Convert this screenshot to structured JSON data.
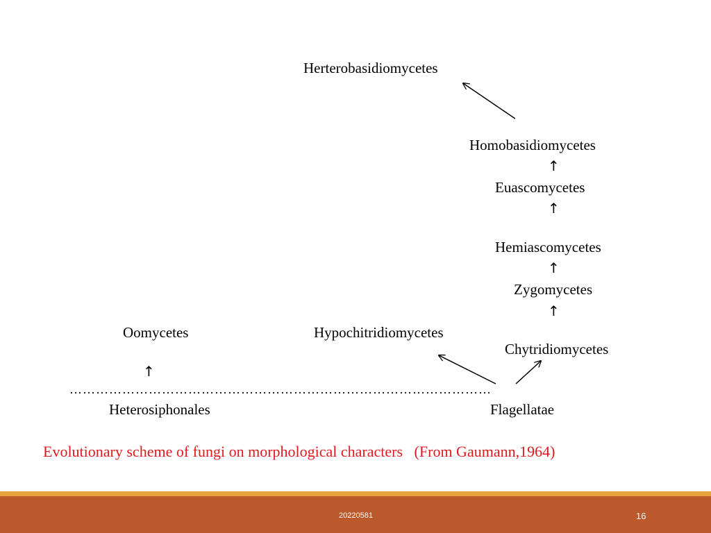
{
  "diagram": {
    "nodes": {
      "herterobasidiomycetes": "Herterobasidiomycetes",
      "homobasidiomycetes": "Homobasidiomycetes",
      "euascomycetes": "Euascomycetes",
      "hemiascomycetes": "Hemiascomycetes",
      "zygomycetes": "Zygomycetes",
      "oomycetes": "Oomycetes",
      "hypochitridiomycetes": "Hypochitridiomycetes",
      "chytridiomycetes": "Chytridiomycetes",
      "heterosiphonales": "Heterosiphonales",
      "flagellatae": "Flagellatae"
    },
    "arrow_glyph": "↑",
    "separator": "……………………………………………………………………………………"
  },
  "caption": {
    "text": "Evolutionary scheme of fungi on morphological characters   (From Gaumann,1964)",
    "color": "#E0191F"
  },
  "footer": {
    "code": "20220581",
    "page_number": "16",
    "bar_color": "#BB582C",
    "stripe_color": "#E8A33C"
  }
}
